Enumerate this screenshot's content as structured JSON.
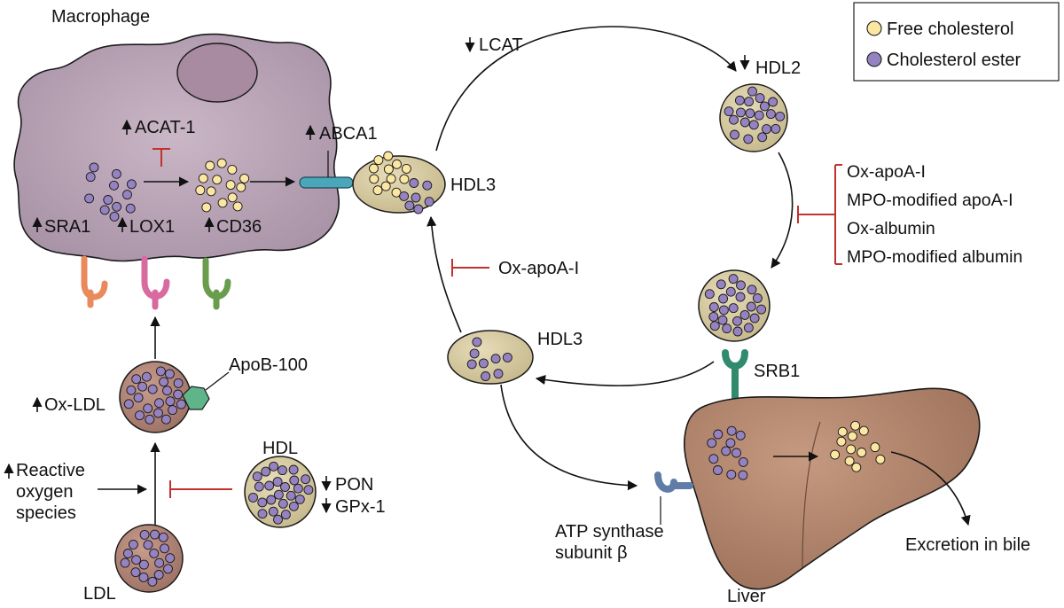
{
  "labels": {
    "macrophage": "Macrophage",
    "acat1": "ACAT-1",
    "abca1": "ABCA1",
    "sra1": "SRA1",
    "lox1": "LOX1",
    "cd36": "CD36",
    "apob100": "ApoB-100",
    "ox_ldl": "Ox-LDL",
    "ros_line1": "Reactive",
    "ros_line2": "oxygen",
    "ros_line3": "species",
    "hdl": "HDL",
    "pon": "PON",
    "gpx1": "GPx-1",
    "ldl": "LDL",
    "lcat": "LCAT",
    "hdl2": "HDL2",
    "hdl3_top": "HDL3",
    "hdl3_bottom": "HDL3",
    "ox_apoa1": "Ox-apoA-I",
    "srb1": "SRB1",
    "atp_line1": "ATP synthase",
    "atp_line2": "subunit β",
    "liver": "Liver",
    "excretion": "Excretion in bile"
  },
  "inhibitors_hdl2": [
    "Ox-apoA-I",
    "MPO-modified apoA-I",
    "Ox-albumin",
    "MPO-modified albumin"
  ],
  "legend": {
    "free_cholesterol": "Free cholesterol",
    "cholesterol_ester": "Cholesterol ester"
  },
  "colors": {
    "macrophage_fill": "#b8a2b4",
    "nucleus_fill": "#a88aa1",
    "particle_fill": "#d8cca2",
    "free_cholesterol": "#fce7a2",
    "cholesterol_ester": "#9582c0",
    "ldl_fill": "#b58a7c",
    "liver_fill": "#a87e66",
    "inhibit_red": "#c0322b",
    "abca1_teal": "#4aa6b8",
    "srb1_green": "#2f8a6e",
    "atp_blue": "#5f7da6",
    "sra1_orange": "#e88a5c",
    "lox1_pink": "#d96aa0",
    "cd36_green": "#6a9c4e",
    "apob_green": "#5fb48a"
  }
}
